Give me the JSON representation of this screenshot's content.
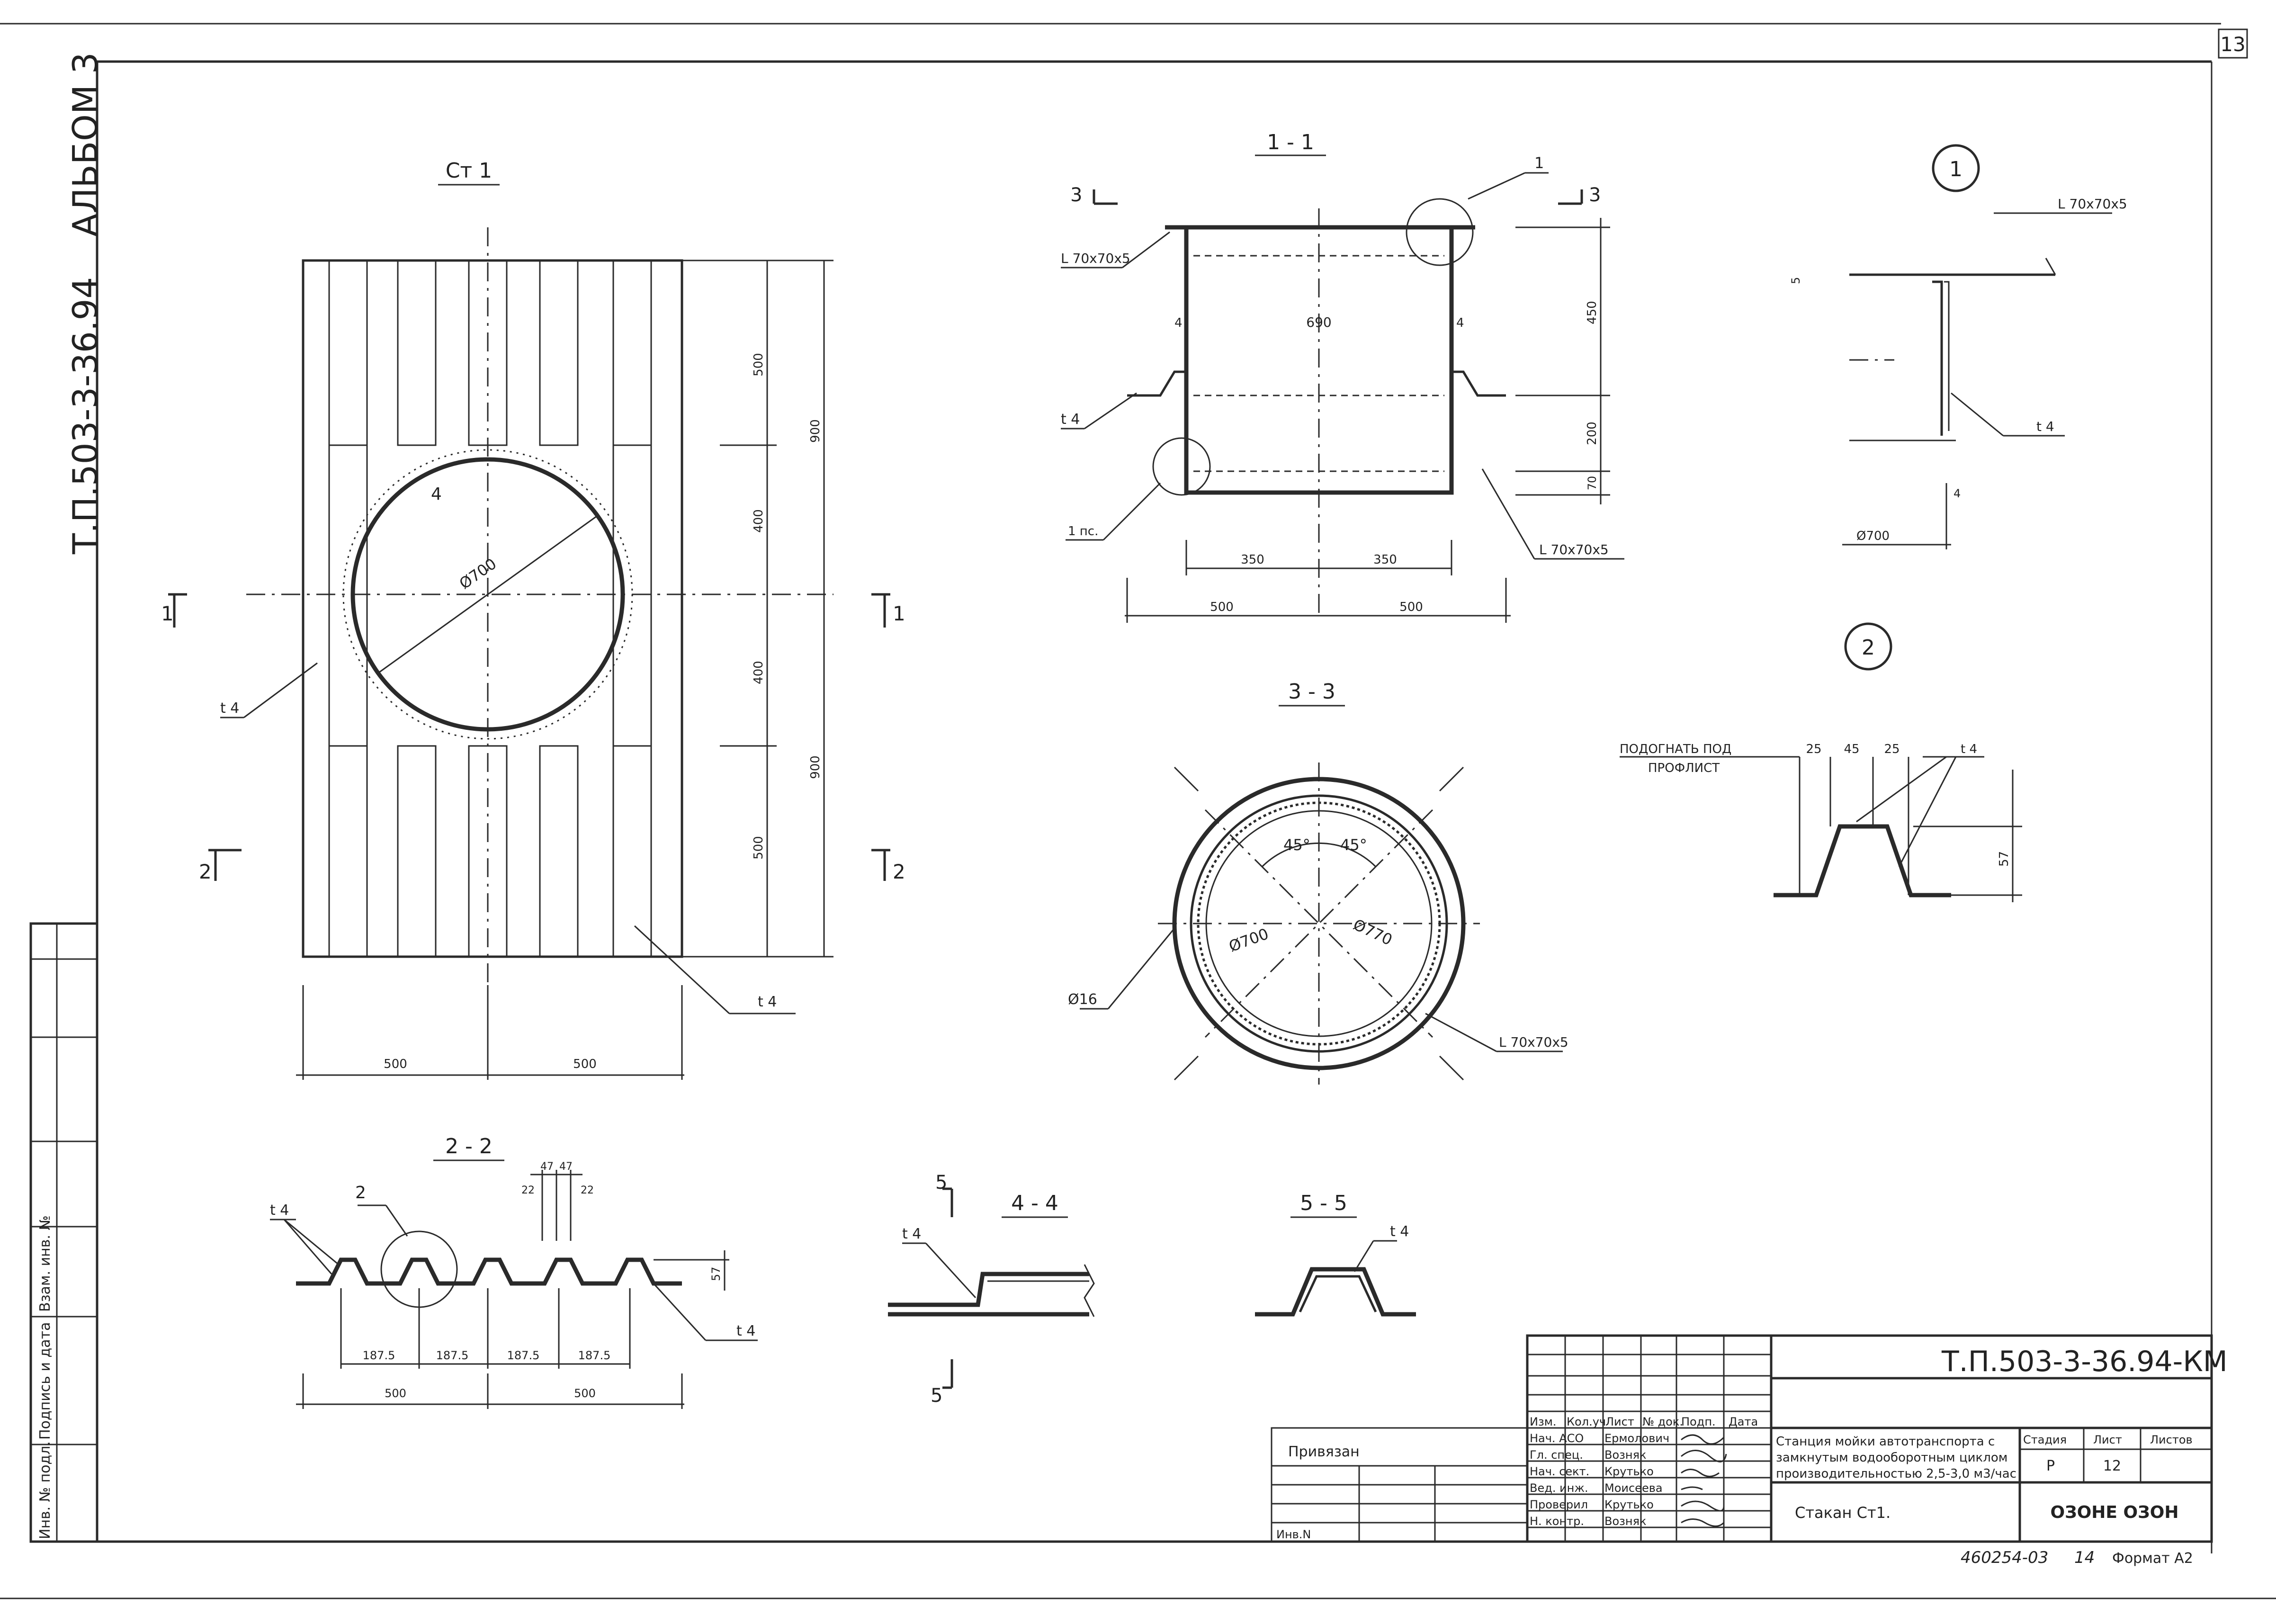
{
  "sheet": {
    "page_number": "13",
    "album": "АЛЬБОМ 3",
    "project_code_vertical": "Т.П.503-3-36.94",
    "bottom_stamp": "460254-03",
    "bottom_stamp_num": "14",
    "format": "Формат А2"
  },
  "views": {
    "st1": {
      "title": "Ст 1",
      "dims": [
        "500",
        "400",
        "400",
        "500",
        "900",
        "900",
        "500",
        "500"
      ],
      "diameter": "Ø700",
      "label_t4_a": "t 4",
      "label_t4_b": "t 4",
      "callout_4": "4",
      "sec1_left": "1",
      "sec1_right": "1",
      "sec2_left": "2",
      "sec2_right": "2"
    },
    "sec11": {
      "title": "1 - 1",
      "angle_top": "L 70х70х5",
      "angle_right": "L 70х70х5",
      "t4": "t 4",
      "bar": "1 пс.",
      "callout": "1",
      "mark3_left": "3",
      "mark3_right": "3",
      "mark4_left": "4",
      "mark4_right": "4",
      "inner_width": "690",
      "dims_v": [
        "450",
        "200",
        "70"
      ],
      "dims_h1": [
        "350",
        "350"
      ],
      "dims_h2": [
        "500",
        "500"
      ]
    },
    "sec33": {
      "title": "3 - 3",
      "angle_a": "45°",
      "angle_b": "45°",
      "d_inner": "Ø700",
      "d_outer": "Ø770",
      "hole": "Ø16",
      "angle_label": "L 70х70х5"
    },
    "node1": {
      "title": "1",
      "angle": "L 70х70х5",
      "t4": "t 4",
      "dim5": "5",
      "dim4": "4",
      "diam": "Ø700"
    },
    "node2": {
      "title": "2",
      "note1": "ПОДОГНАТЬ ПОД",
      "note2": "ПРОФЛИСТ",
      "dims": [
        "25",
        "45",
        "25"
      ],
      "height": "57",
      "t": "t 4"
    },
    "sec22": {
      "title": "2 - 2",
      "callout": "2",
      "t4_left": "t 4",
      "t4_right": "t 4",
      "top_dims": [
        "47",
        "47"
      ],
      "side_dims": [
        "22",
        "22"
      ],
      "height": "57",
      "pitch": [
        "187.5",
        "187.5",
        "187.5",
        "187.5"
      ],
      "total": [
        "500",
        "500"
      ]
    },
    "sec44": {
      "title": "4 - 4",
      "t4": "t 4",
      "mark_top": "5",
      "mark_bottom": "5"
    },
    "sec55": {
      "title": "5 - 5",
      "t4": "t 4"
    }
  },
  "left_margin": {
    "row1": "Инв. № подл.",
    "row2": "Подпись и дата",
    "row3": "Взам. инв. №"
  },
  "title_block": {
    "code": "Т.П.503-3-36.94-КМ",
    "privyazan": "Привязан",
    "inv": "Инв.N",
    "headers": [
      "Изм.",
      "Кол.уч",
      "Лист",
      "№ док.",
      "Подп.",
      "Дата"
    ],
    "people": [
      {
        "role": "Нач. АСО",
        "name": "Ермолович"
      },
      {
        "role": "Гл. спец.",
        "name": "Возняк"
      },
      {
        "role": "Нач. сект.",
        "name": "Крутько"
      },
      {
        "role": "Вед. инж.",
        "name": "Моисеева"
      },
      {
        "role": "Проверил",
        "name": "Крутько"
      },
      {
        "role": "Н. контр.",
        "name": "Возняк"
      }
    ],
    "description": [
      "Станция мойки автотранспорта с",
      "замкнутым водооборотным циклом",
      "производительностью 2,5-3,0 м3/час"
    ],
    "sheet_name": "Стакан Ст1.",
    "stage_label": "Стадия",
    "sheet_label": "Лист",
    "sheets_label": "Листов",
    "stage": "Р",
    "sheet_no": "12",
    "logo": "ОЗОНЕ ОЗОН"
  }
}
